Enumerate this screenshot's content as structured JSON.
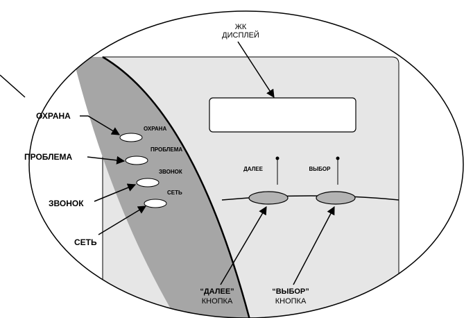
{
  "lcd_callout": {
    "line1": "ЖК",
    "line2": "ДИСПЛЕЙ"
  },
  "indicators": {
    "armed": {
      "panel_label": "ОХРАНА",
      "callout": "ОХРАНА"
    },
    "trouble": {
      "panel_label": "ПРОБЛЕМА",
      "callout": "ПРОБЛЕМА"
    },
    "chime": {
      "panel_label": "ЗВОНОК",
      "callout": "ЗВОНОК"
    },
    "power": {
      "panel_label": "СЕТЬ",
      "callout": "СЕТЬ"
    }
  },
  "buttons": {
    "next": {
      "panel_label": "ДАЛЕЕ",
      "caption_name": "“ДАЛЕЕ”",
      "caption_type": "КНОПКА"
    },
    "select": {
      "panel_label": "ВЫБОР",
      "caption_name": "“ВЫБОР”",
      "caption_type": "КНОПКА"
    }
  },
  "colors": {
    "panel_face": "#e6e6e6",
    "side_strip": "#a6a6a6",
    "button_fill": "#b3b3b3",
    "outline": "#000000"
  }
}
